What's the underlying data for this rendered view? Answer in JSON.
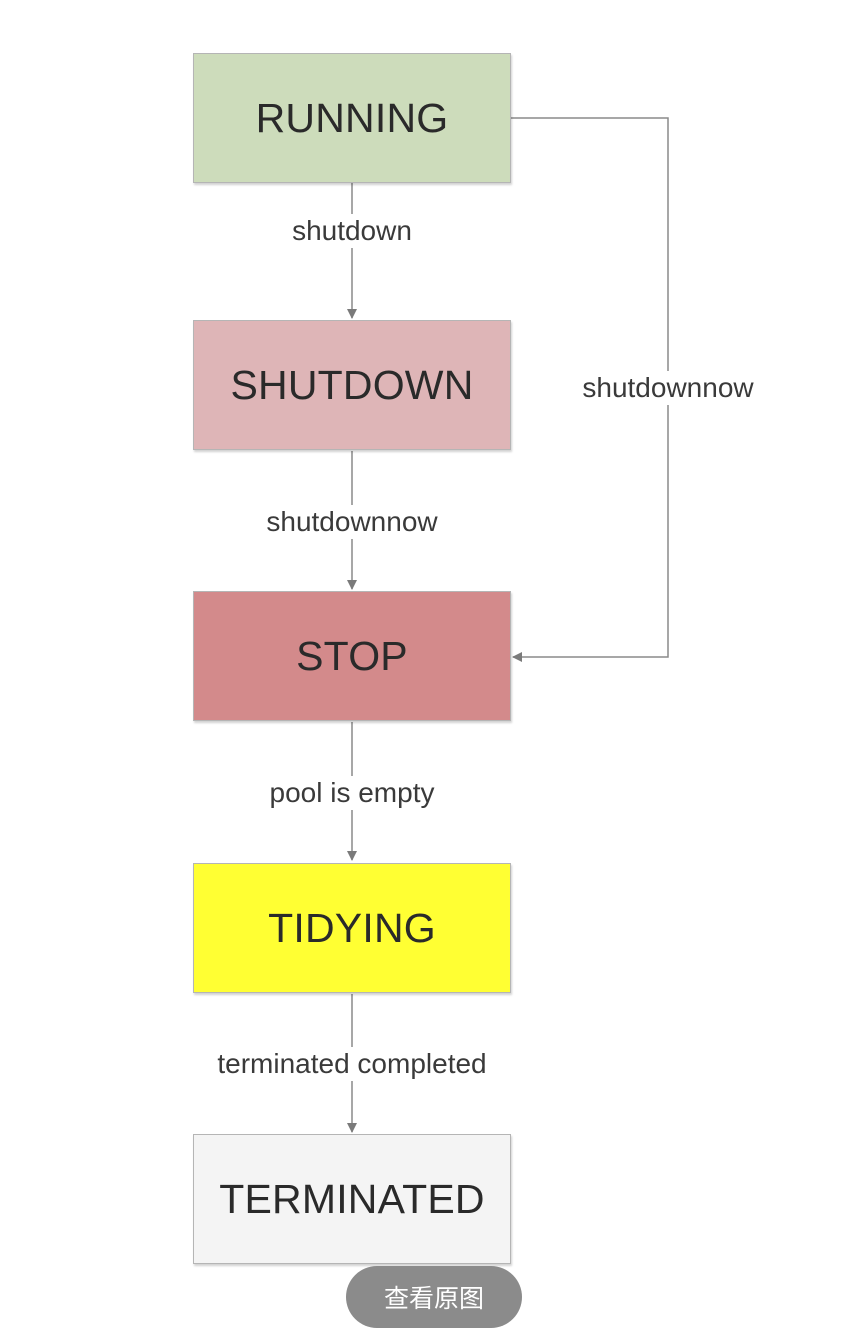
{
  "states": [
    {
      "id": "running",
      "label": "RUNNING",
      "color": "#cddcbb"
    },
    {
      "id": "shutdown",
      "label": "SHUTDOWN",
      "color": "#deb5b7"
    },
    {
      "id": "stop",
      "label": "STOP",
      "color": "#d38a8b"
    },
    {
      "id": "tidying",
      "label": "TIDYING",
      "color": "#ffff33"
    },
    {
      "id": "terminated",
      "label": "TERMINATED",
      "color": "#f4f4f4"
    }
  ],
  "transitions": [
    {
      "from": "running",
      "to": "shutdown",
      "label": "shutdown"
    },
    {
      "from": "shutdown",
      "to": "stop",
      "label": "shutdownnow"
    },
    {
      "from": "stop",
      "to": "tidying",
      "label": "pool is empty"
    },
    {
      "from": "tidying",
      "to": "terminated",
      "label": "terminated completed"
    },
    {
      "from": "running",
      "to": "stop",
      "label": "shutdownnow"
    }
  ],
  "edge_color": "#8a8a8a",
  "view_original_label": "查看原图"
}
